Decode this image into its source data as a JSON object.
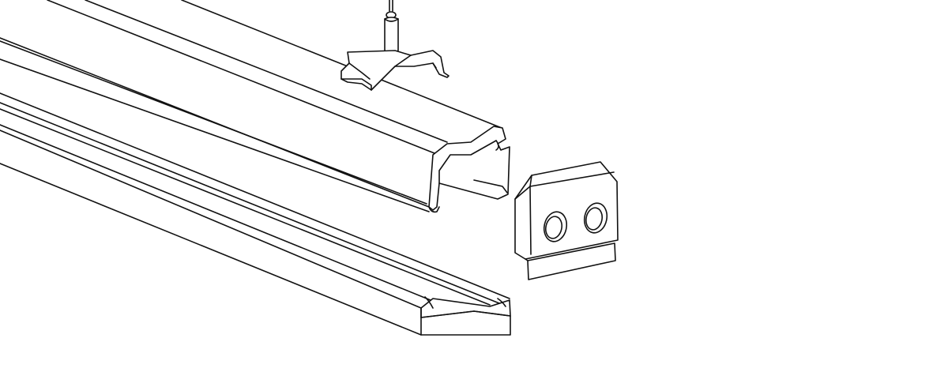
{
  "figure": {
    "background": "#ffffff",
    "line_color": "#111111",
    "parts": [
      {
        "id": "suspension-wire",
        "icon": "wire-icon"
      },
      {
        "id": "ceiling-bracket",
        "icon": "bracket-icon"
      },
      {
        "id": "upper-channel",
        "icon": "channel-icon"
      },
      {
        "id": "lower-trough",
        "icon": "trough-icon"
      },
      {
        "id": "end-cap",
        "icon": "end-cap-icon"
      }
    ]
  }
}
